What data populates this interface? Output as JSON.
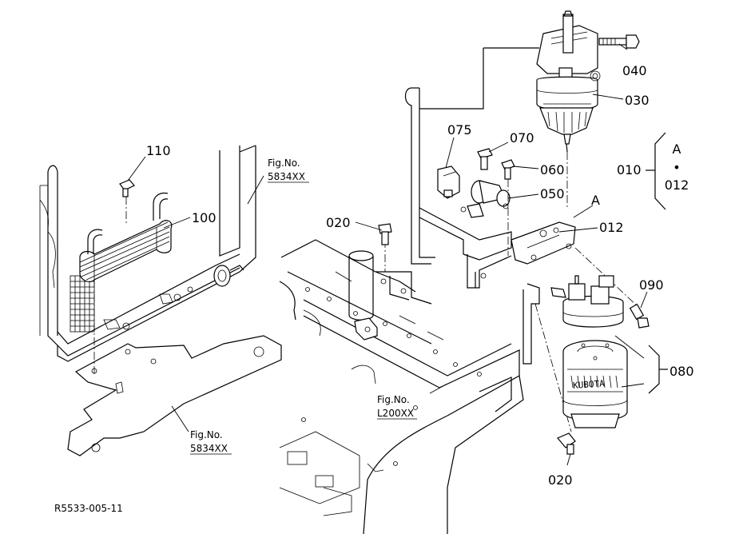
{
  "diagram": {
    "drawing_code": "R5533-005-11",
    "section_marker": "A",
    "callouts": [
      {
        "id": "010",
        "text": "010"
      },
      {
        "id": "012",
        "text": "012"
      },
      {
        "id": "020a",
        "text": "020"
      },
      {
        "id": "020b",
        "text": "020"
      },
      {
        "id": "030",
        "text": "030"
      },
      {
        "id": "040",
        "text": "040"
      },
      {
        "id": "050",
        "text": "050"
      },
      {
        "id": "060",
        "text": "060"
      },
      {
        "id": "070",
        "text": "070"
      },
      {
        "id": "075",
        "text": "075"
      },
      {
        "id": "080",
        "text": "080"
      },
      {
        "id": "090",
        "text": "090"
      },
      {
        "id": "100",
        "text": "100"
      },
      {
        "id": "110",
        "text": "110"
      }
    ],
    "bracket_group": {
      "top": "A",
      "dot": "•",
      "bottom": "012",
      "label": "010"
    },
    "references": [
      {
        "id": "ref1",
        "line1": "Fig.No.",
        "line2": "5834XX"
      },
      {
        "id": "ref2",
        "line1": "Fig.No.",
        "line2": "5834XX"
      },
      {
        "id": "ref3",
        "line1": "Fig.No.",
        "line2": "L200XX"
      }
    ],
    "filter_brand": "KUBOTA"
  }
}
